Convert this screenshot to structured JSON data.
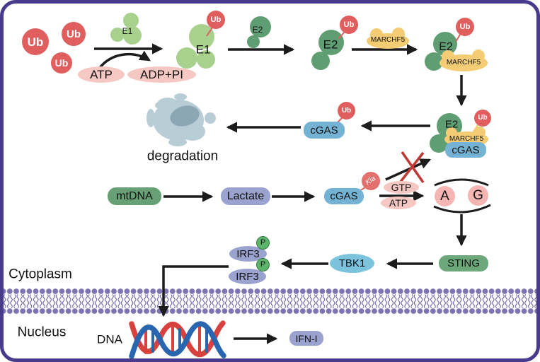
{
  "palette": {
    "border": "#4a3a8c",
    "ub_red": "#e05e5e",
    "kla_red": "#e4706e",
    "e1_green": "#a9d18e",
    "e2_green": "#5f9d72",
    "marchf5_yellow": "#f3cc74",
    "cgas_blue": "#74b3d4",
    "tbk1_blue": "#7cc4de",
    "pink_light": "#f6c8c3",
    "pink_ag": "#f5b5b3",
    "mtdna_green": "#67a075",
    "sting_green": "#6da87a",
    "purple_node": "#9aa3cf",
    "p_green": "#5cb46a",
    "membrane_purple": "#7e74b2",
    "membrane_tail": "#5b4f9e",
    "deg_outer": "#b9cdd6",
    "deg_inner": "#8ba6b4",
    "dna_blue": "#2a65b0",
    "dna_red": "#d8413d",
    "arrow_black": "#1c1c1c",
    "x_red": "#bf3a36"
  },
  "labels": {
    "ub": "Ub",
    "e1": "E1",
    "e2": "E2",
    "marchf5": "MARCHF5",
    "atp": "ATP",
    "adp_pi": "ADP+PI",
    "cgas": "cGAS",
    "degradation": "degradation",
    "mtdna": "mtDNA",
    "lactate": "Lactate",
    "kla": "Kla",
    "gtp": "GTP",
    "a": "A",
    "g": "G",
    "sting": "STING",
    "tbk1": "TBK1",
    "irf3": "IRF3",
    "p": "P",
    "cytoplasm": "Cytoplasm",
    "nucleus": "Nucleus",
    "dna": "DNA",
    "ifn_i": "IFN-I"
  }
}
